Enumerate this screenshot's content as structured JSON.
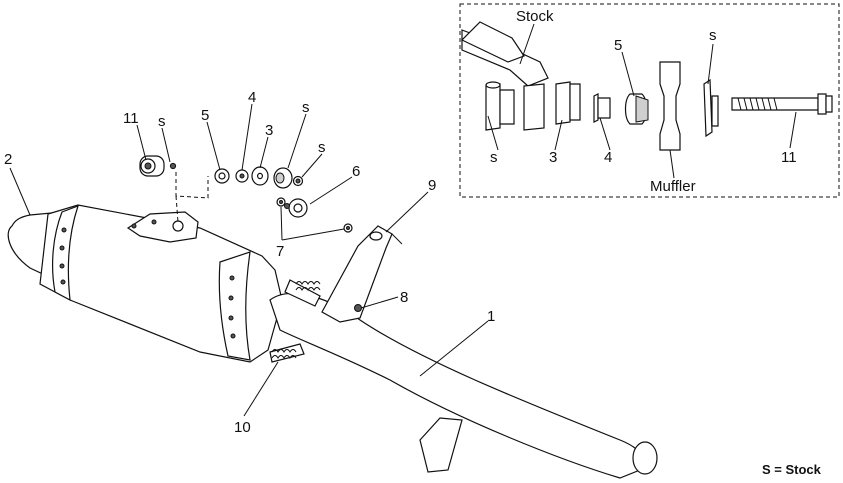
{
  "callouts": {
    "n1": "1",
    "n2": "2",
    "n3": "3",
    "n4": "4",
    "n5": "5",
    "n6": "6",
    "n7": "7",
    "n8": "8",
    "n9": "9",
    "n10": "10",
    "n11": "11",
    "s": "s"
  },
  "inset": {
    "stock": "Stock",
    "muffler": "Muffler",
    "n3": "3",
    "n4": "4",
    "n5": "5",
    "n11": "11",
    "s": "s"
  },
  "legend": "S = Stock"
}
